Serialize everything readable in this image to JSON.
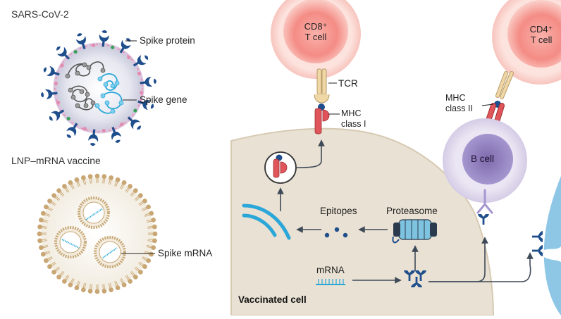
{
  "labels": {
    "sars_title": "SARS-CoV-2",
    "spike_protein": "Spike protein",
    "spike_gene": "Spike gene",
    "lnp_title": "LNP–mRNA vaccine",
    "spike_mrna": "Spike mRNA",
    "cd8_line1": "CD8⁺",
    "cd8_line2": "T cell",
    "tcr": "TCR",
    "mhc1_line1": "MHC",
    "mhc1_line2": "class I",
    "cd4_line1": "CD4⁺",
    "cd4_line2": "T cell",
    "mhc2_line1": "MHC",
    "mhc2_line2": "class II",
    "b_cell": "B cell",
    "epitopes": "Epitopes",
    "proteasome": "Proteasome",
    "mrna": "mRNA",
    "vaccinated_cell": "Vaccinated cell"
  },
  "colors": {
    "spike_blue": "#1f4e8c",
    "cell_fill": "#e9e1d3",
    "t_cell_red": "#f08a86",
    "mhc_red": "#e0555a",
    "b_cell_purple": "#9d8dc4",
    "mrna_cyan": "#2aa7d8",
    "lnp_tan": "#c7a876"
  }
}
